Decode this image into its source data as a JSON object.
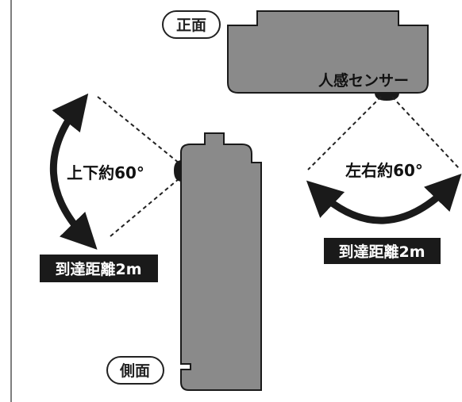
{
  "labels": {
    "front_view": "正面",
    "side_view": "側面",
    "sensor": "人感センサー",
    "vertical_angle": "上下約60°",
    "horizontal_angle": "左右約60°",
    "range_vertical": "到達距離2m",
    "range_horizontal": "到達距離2m"
  },
  "colors": {
    "device_fill": "#8a8a8a",
    "outline": "#1a1a1a",
    "label_box": "#1a1a1a"
  },
  "icons": {
    "vertical_arrow": "curved-double-arrow-icon",
    "horizontal_arrow": "curved-double-arrow-icon"
  }
}
